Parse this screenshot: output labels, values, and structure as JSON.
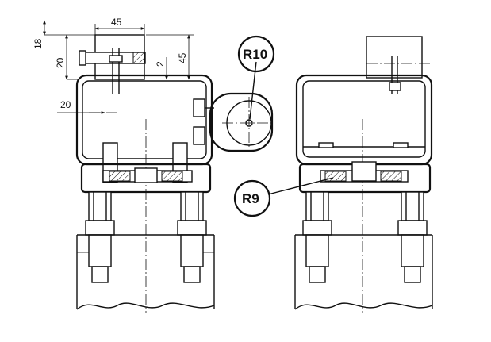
{
  "dimensions": {
    "width_top": "45",
    "height_left_a": "18",
    "height_left_b": "20",
    "gap_small": "2",
    "height_right": "45",
    "offset_side": "20"
  },
  "callouts": {
    "r10": "R10",
    "r9": "R9"
  },
  "colors": {
    "line": "#111111",
    "background": "#ffffff"
  }
}
